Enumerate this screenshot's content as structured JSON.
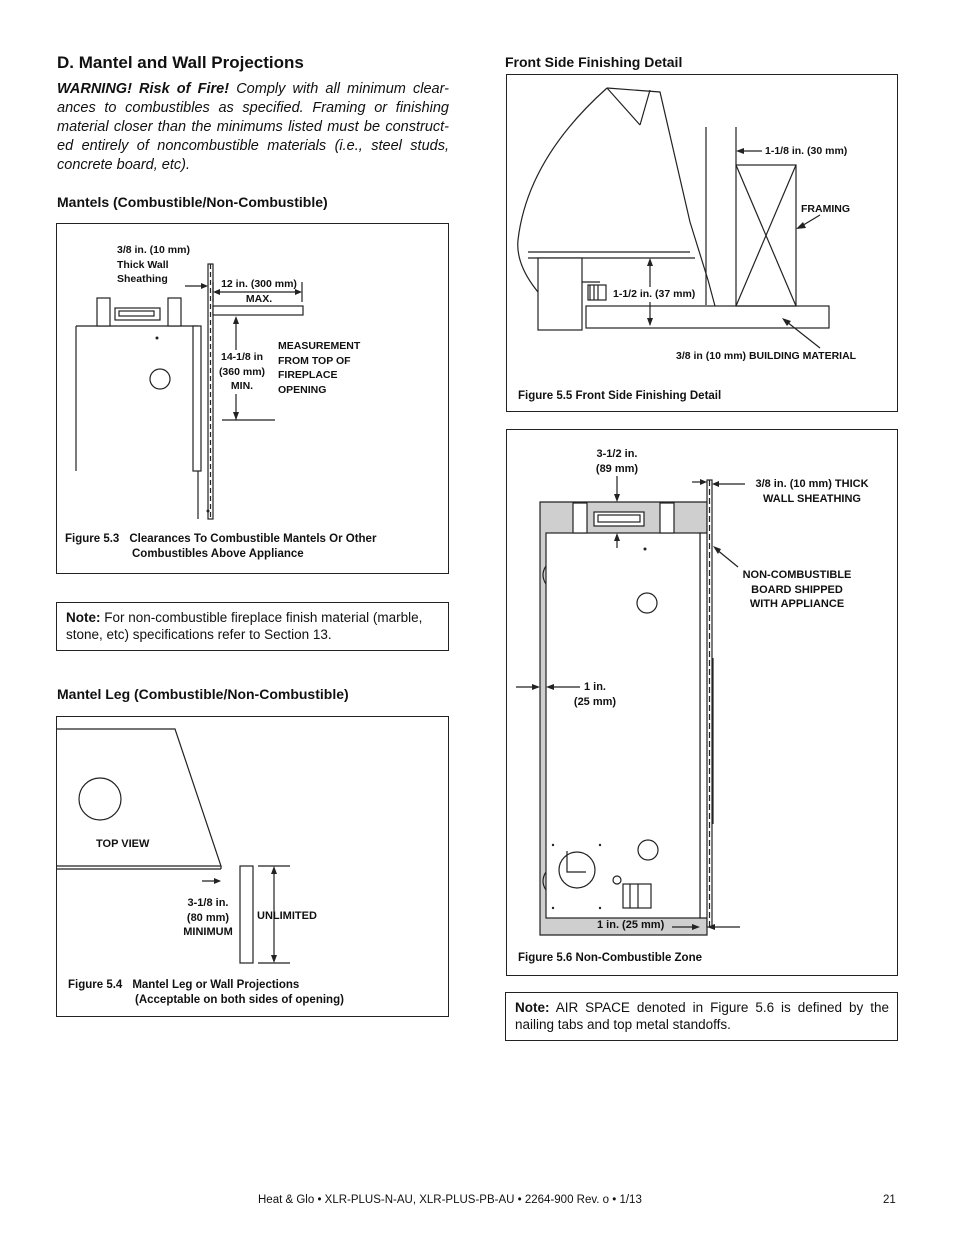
{
  "section": {
    "title": "D.  Mantel and Wall Projections",
    "warning_lead": "WARNING! Risk of Fire!",
    "warning_text": " Comply with all minimum clear-ances to combustibles as specified. Framing or finishing material closer than the minimums listed must be construct-ed entirely of noncombustible materials (i.e., steel studs, concrete board, etc)."
  },
  "mantels": {
    "heading": "Mantels (Combustible/Non-Combustible)",
    "fig53": {
      "sheathing_l1": "3/8 in. (10 mm)",
      "sheathing_l2": "Thick Wall",
      "sheathing_l3": "Sheathing",
      "depth_l1": "12 in. (300 mm)",
      "depth_l2": "MAX.",
      "height_l1": "14-1/8 in",
      "height_l2": "(360 mm)",
      "height_l3": "MIN.",
      "meas_l1": "MEASUREMENT",
      "meas_l2": "FROM TOP OF",
      "meas_l3": "FIREPLACE",
      "meas_l4": "OPENING",
      "caption_num": "Figure 5.3",
      "caption_l1": "Clearances To Combustible Mantels Or Other",
      "caption_l2": "Combustibles Above Appliance"
    }
  },
  "note1": {
    "label": "Note:",
    "text": " For non-combustible fireplace finish material (marble, stone, etc) specifications refer to Section 13."
  },
  "mantel_leg": {
    "heading": "Mantel Leg (Combustible/Non-Combustible)",
    "fig54": {
      "top_view": "TOP VIEW",
      "min_l1": "3-1/8 in.",
      "min_l2": "(80 mm)",
      "min_l3": "MINIMUM",
      "unlimited": "UNLIMITED",
      "caption_num": "Figure 5.4",
      "caption_l1": "Mantel Leg or Wall Projections",
      "caption_l2": "(Acceptable on both sides of opening)"
    }
  },
  "front_side": {
    "heading": "Front Side Finishing Detail",
    "fig55": {
      "gap": "1-1/8 in. (30 mm)",
      "framing": "FRAMING",
      "standoff": "1-1/2 in. (37 mm)",
      "building": "3/8 in (10 mm) BUILDING MATERIAL",
      "caption": "Figure 5.5  Front Side Finishing Detail"
    }
  },
  "fig56": {
    "top_l1": "3-1/2 in.",
    "top_l2": "(89 mm)",
    "sheath_l1": "3/8 in. (10 mm) THICK",
    "sheath_l2": "WALL SHEATHING",
    "board_l1": "NON-COMBUSTIBLE",
    "board_l2": "BOARD SHIPPED",
    "board_l3": "WITH APPLIANCE",
    "side_l1": "1 in.",
    "side_l2": "(25 mm)",
    "bottom": "1 in. (25 mm)",
    "caption": "Figure 5.6  Non-Combustible Zone"
  },
  "note2": {
    "label": "Note:",
    "text": " AIR SPACE denoted in Figure 5.6 is defined by the nailing tabs and top metal standoffs."
  },
  "footer": {
    "text": "Heat & Glo  •  XLR-PLUS-N-AU, XLR-PLUS-PB-AU •  2264-900  Rev. o  •  1/13",
    "page": "21"
  }
}
